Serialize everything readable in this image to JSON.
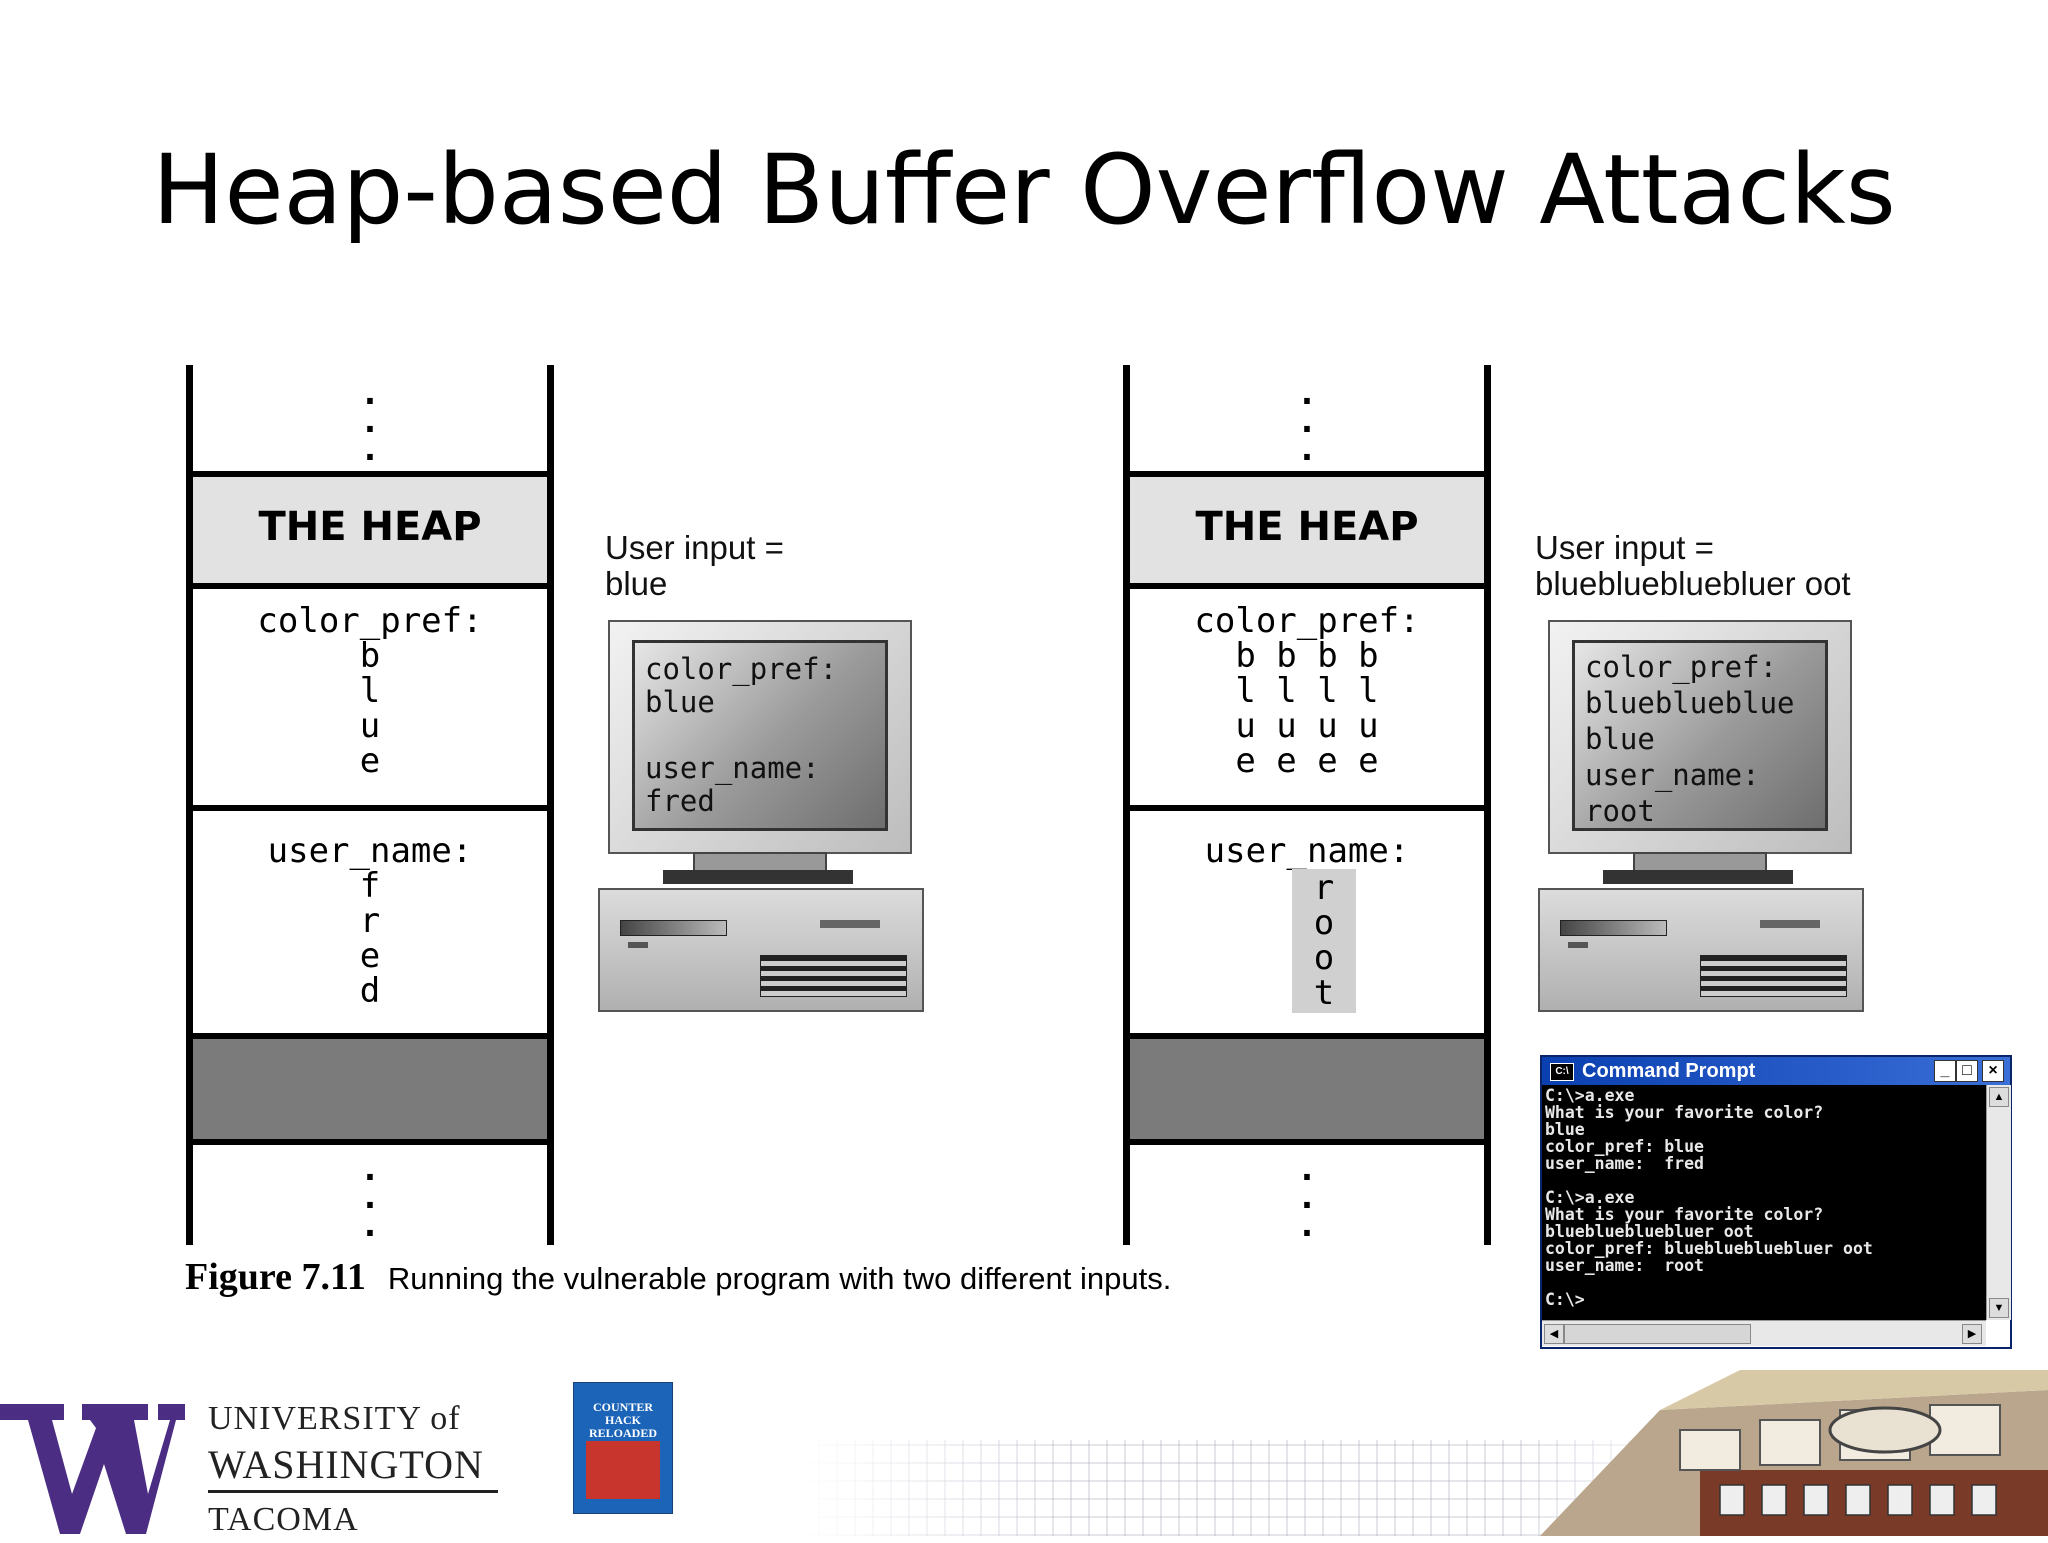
{
  "slide": {
    "title": "Heap-based Buffer Overflow Attacks"
  },
  "diagram": {
    "left": {
      "heap_label": "THE HEAP",
      "color_pref_label": "color_pref:",
      "color_pref_letters": [
        "b",
        "l",
        "u",
        "e"
      ],
      "user_name_label": "user_name:",
      "user_name_letters": [
        "f",
        "r",
        "e",
        "d"
      ],
      "user_input": "User input =\nblue",
      "screen_text": "color_pref:\nblue\n\nuser_name:\nfred"
    },
    "right": {
      "heap_label": "THE HEAP",
      "color_pref_label": "color_pref:",
      "color_pref_rows": [
        "b b b b",
        "l l l l",
        "u u u u",
        "e e e e"
      ],
      "user_name_label": "user_name:",
      "user_name_letters": [
        "r",
        "o",
        "o",
        "t"
      ],
      "user_input": "User input =\nbluebluebluebluer oot",
      "screen_text": "color_pref:\nblueblueblue\nblue\nuser_name:\nroot"
    },
    "caption_figure": "Figure 7.11",
    "caption_text": "Running the vulnerable program with two different inputs."
  },
  "command_prompt": {
    "title": "Command Prompt",
    "icon_text": "C:\\",
    "output": "C:\\>a.exe\nWhat is your favorite color?\nblue\ncolor_pref: blue\nuser_name:  fred\n\nC:\\>a.exe\nWhat is your favorite color?\nbluebluebluebluer oot\ncolor_pref: bluebluebluebluer oot\nuser_name:  root\n\nC:\\>",
    "min_btn": "_",
    "max_btn": "□",
    "close_btn": "×"
  },
  "footer": {
    "university_line1": "UNIVERSITY of",
    "university_line2": "WASHINGTON",
    "university_line3": "TACOMA",
    "book_title": "COUNTER HACK RELOADED",
    "brand_color": "#4b2e83"
  }
}
